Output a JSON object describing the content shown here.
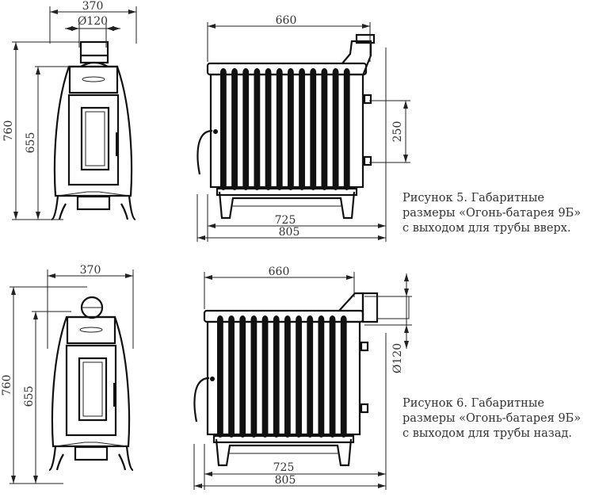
{
  "figure5": {
    "caption": [
      "Рисунок 5.  Габаритные",
      "размеры «Огонь-батарея 9Б»",
      "с выходом для трубы вверх."
    ],
    "front": {
      "width": "370",
      "pipe_diameter": "Ø120",
      "total_height": "760",
      "body_height": "655"
    },
    "side": {
      "depth": "660",
      "pipe_spacing": "250",
      "base_length": "725",
      "total_length": "805"
    }
  },
  "figure6": {
    "caption": [
      "Рисунок 6.  Габаритные",
      "размеры «Огонь-батарея 9Б»",
      "с выходом для трубы назад."
    ],
    "front": {
      "width": "370",
      "total_height": "760",
      "body_height": "655"
    },
    "side": {
      "depth": "660",
      "pipe_diameter": "Ø120",
      "base_length": "725",
      "total_length": "805"
    }
  }
}
